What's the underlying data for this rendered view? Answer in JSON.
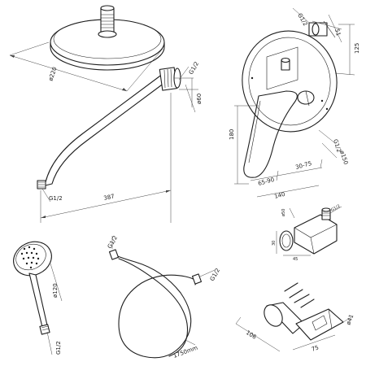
{
  "colors": {
    "line": "#1e1e1e",
    "background": "#ffffff",
    "dimension": "#444444"
  },
  "shower_head": {
    "diameter": "ø220"
  },
  "shower_arm": {
    "thread_top": "G1/2",
    "height": "ø60",
    "thread_end": "G1/2",
    "length": "387"
  },
  "mixer": {
    "outlet_thread": "G1/2",
    "width_top": "51",
    "height_right": "125",
    "height_left": "180",
    "thread_bottom": "G1/2",
    "diameter": "ø150",
    "depth_a": "65-90",
    "depth_b": "30-75",
    "depth_c": "140"
  },
  "wall_connector": {
    "dim_a": "30",
    "dim_b": "45",
    "dim_c": "ø50",
    "dim_d": "G1/2"
  },
  "hand_shower": {
    "diameter": "ø120",
    "thread": "G1/2"
  },
  "hose": {
    "thread_left": "G1/2",
    "thread_right": "G1/2",
    "length": "1750mm"
  },
  "holder": {
    "length": "106",
    "width": "75",
    "diameter": "ø41"
  }
}
